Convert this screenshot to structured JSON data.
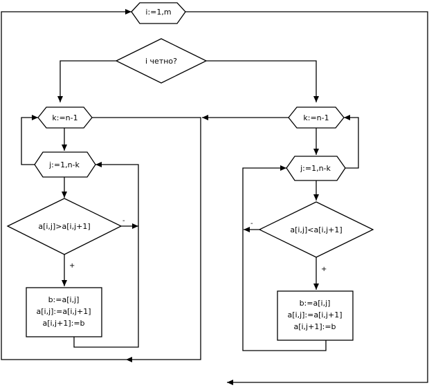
{
  "diagram": {
    "outer_loop": "i:=1,m",
    "condition": "i четно?",
    "left_branch": {
      "k_loop": "k:=n-1",
      "j_loop": "j:=1,n-k",
      "compare": "a[i,j]>a[i,j+1]",
      "no_label": "-",
      "yes_label": "+",
      "swap": [
        "b:=a[i,j]",
        "a[i,j]:=a[i,j+1]",
        "a[i,j+1]:=b"
      ]
    },
    "right_branch": {
      "k_loop": "k:=n-1",
      "j_loop": "j:=1,n-k",
      "compare": "a[i,j]<a[i,j+1]",
      "no_label": "-",
      "yes_label": "+",
      "swap": [
        "b:=a[i,j]",
        "a[i,j]:=a[i,j+1]",
        "a[i,j+1]:=b"
      ]
    }
  }
}
